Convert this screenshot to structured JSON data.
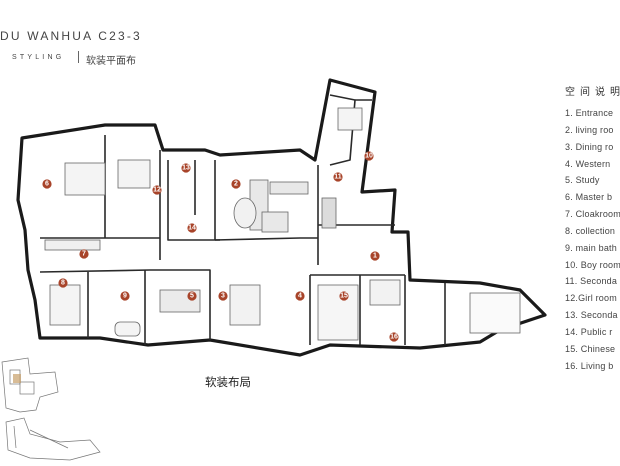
{
  "header": {
    "title": "DU  WANHUA  C23-3",
    "subtitle": "STYLING",
    "subtitle_cn": "软装平面布"
  },
  "caption": "软装布局",
  "legend": {
    "title": "空间说明",
    "items": [
      "1. Entrance",
      "2. living roo",
      "3. Dining ro",
      "4. Western",
      "5. Study",
      "6. Master b",
      "7. Cloakroom",
      "8. collection",
      "9. main bath",
      "10. Boy room",
      "11. Seconda",
      "12.Girl  room",
      "13. Seconda",
      "14. Public r",
      "15. Chinese",
      "16. Living b"
    ]
  },
  "rooms": [
    {
      "n": "1"
    },
    {
      "n": "2"
    },
    {
      "n": "3"
    },
    {
      "n": "4"
    },
    {
      "n": "5"
    },
    {
      "n": "6"
    },
    {
      "n": "7"
    },
    {
      "n": "8"
    },
    {
      "n": "9"
    },
    {
      "n": "10"
    },
    {
      "n": "11"
    },
    {
      "n": "12"
    },
    {
      "n": "13"
    },
    {
      "n": "14"
    },
    {
      "n": "15"
    },
    {
      "n": "16"
    }
  ],
  "colors": {
    "marker": "#a8442a",
    "wall": "#1a1a1a",
    "line": "#555555"
  }
}
